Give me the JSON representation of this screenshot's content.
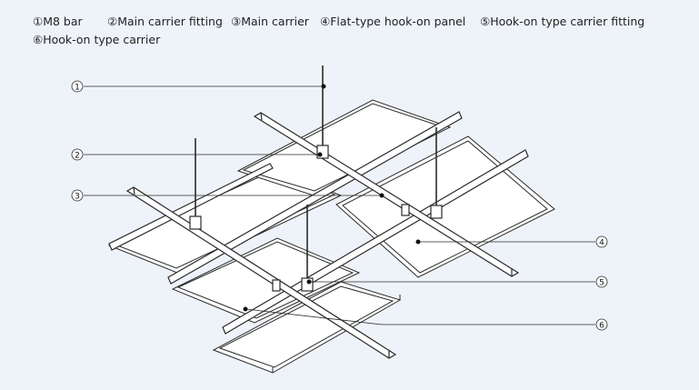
{
  "legend": [
    {
      "num": "①",
      "text": "M8 bar"
    },
    {
      "num": "②",
      "text": "Main carrier fitting"
    },
    {
      "num": "③",
      "text": "Main carrier"
    },
    {
      "num": "④",
      "text": "Flat-type hook-on panel"
    },
    {
      "num": "⑤",
      "text": "Hook-on type carrier fitting"
    },
    {
      "num": "⑥",
      "text": "Hook-on type carrier"
    }
  ],
  "callouts": {
    "c1": "1",
    "c2": "2",
    "c3": "3",
    "c4": "4",
    "c5": "5",
    "c6": "6"
  },
  "colors": {
    "line": "#2b2b2b",
    "background": "#eef3fa"
  }
}
